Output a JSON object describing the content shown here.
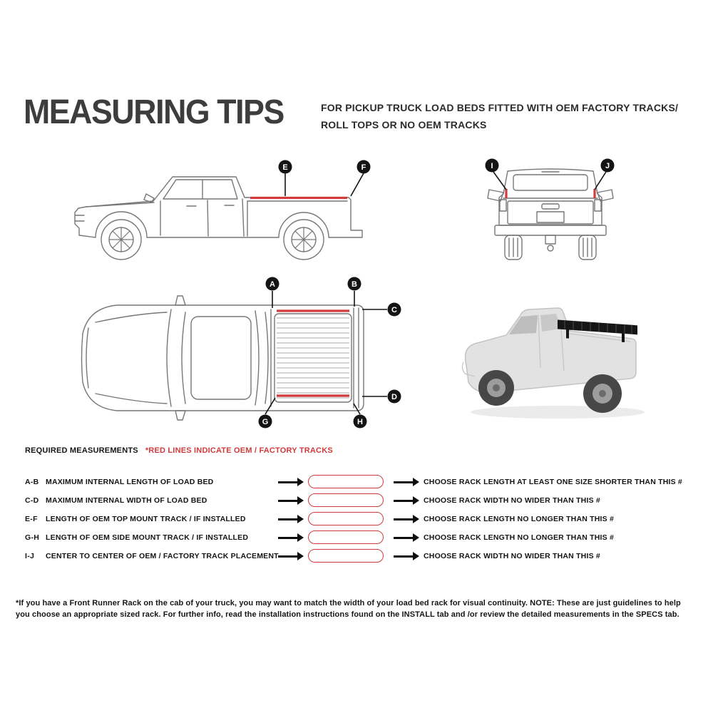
{
  "header": {
    "title": "MEASURING TIPS",
    "subtitle_line1": "FOR PICKUP TRUCK LOAD BEDS FITTED WITH OEM FACTORY TRACKS/",
    "subtitle_line2": "ROLL TOPS OR NO OEM TRACKS"
  },
  "diagrams": {
    "side_view_labels": [
      "E",
      "F"
    ],
    "rear_view_labels": [
      "I",
      "J"
    ],
    "top_view_labels": [
      "A",
      "B",
      "C",
      "D",
      "G",
      "H"
    ]
  },
  "measurements": {
    "section_title": "REQUIRED MEASUREMENTS",
    "legend_note": "*RED LINES INDICATE OEM / FACTORY TRACKS",
    "rows": [
      {
        "code": "A-B",
        "description": "MAXIMUM INTERNAL LENGTH OF LOAD BED",
        "input_value": "",
        "recommendation": "CHOOSE RACK LENGTH AT LEAST ONE SIZE SHORTER THAN THIS #"
      },
      {
        "code": "C-D",
        "description": "MAXIMUM INTERNAL WIDTH OF LOAD BED",
        "input_value": "",
        "recommendation": "CHOOSE RACK WIDTH NO WIDER THAN THIS #"
      },
      {
        "code": "E-F",
        "description": "LENGTH OF OEM TOP MOUNT TRACK / IF INSTALLED",
        "input_value": "",
        "recommendation": "CHOOSE RACK LENGTH NO LONGER THAN THIS #"
      },
      {
        "code": "G-H",
        "description": "LENGTH OF OEM SIDE MOUNT TRACK / IF INSTALLED",
        "input_value": "",
        "recommendation": "CHOOSE RACK LENGTH NO LONGER THAN THIS #"
      },
      {
        "code": "I-J",
        "description": "CENTER TO CENTER OF OEM / FACTORY TRACK PLACEMENT",
        "input_value": "",
        "recommendation": "CHOOSE RACK WIDTH NO WIDER THAN THIS #"
      }
    ]
  },
  "footnote": "*If you have a Front Runner Rack on the cab of your truck, you may want to match the width of your load bed rack for visual continuity. NOTE: These are just guidelines to help you choose an appropriate sized rack. For further info, read the installation instructions found on the INSTALL tab and /or review the detailed measurements in the SPECS tab.",
  "colors": {
    "track_red": "#d13b3b",
    "title_gray": "#3d3d3d",
    "line_gray": "#777777"
  }
}
